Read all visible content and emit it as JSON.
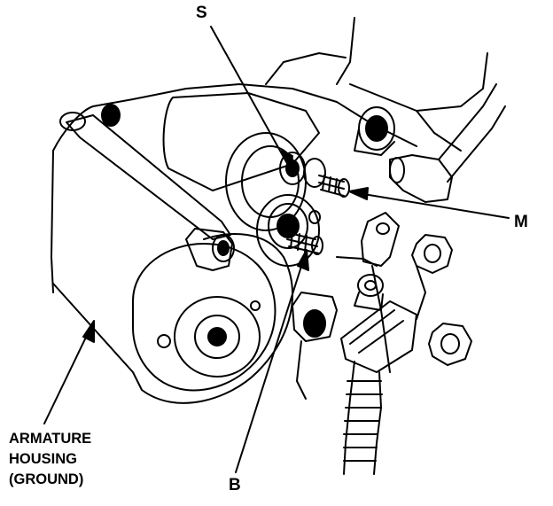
{
  "labels": {
    "s": "S",
    "m": "M",
    "b": "B",
    "armature_line1": "ARMATURE",
    "armature_line2": "HOUSING",
    "armature_line3": "(GROUND)"
  },
  "colors": {
    "ink": "#000000",
    "paper": "#ffffff"
  }
}
